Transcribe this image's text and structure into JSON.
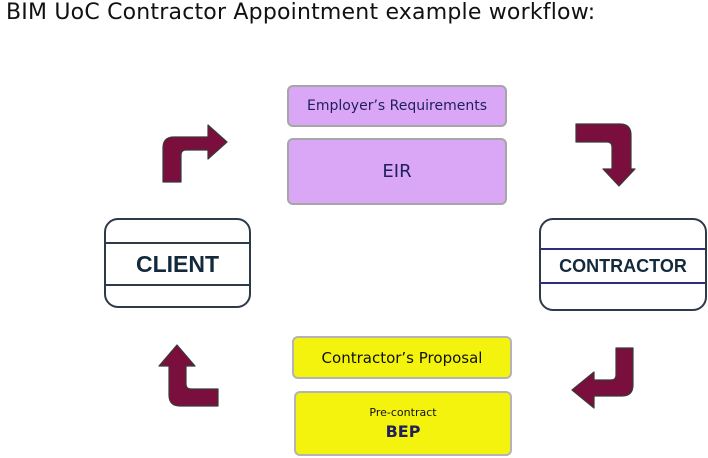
{
  "title": "BIM UoC Contractor Appointment example workflow:",
  "boxes": {
    "employer_requirements": "Employer’s Requirements",
    "eir": "EIR",
    "contractors_proposal": "Contractor’s Proposal",
    "bep_subtitle": "Pre-contract",
    "bep": "BEP"
  },
  "parties": {
    "client": "CLIENT",
    "contractor": "CONTRACTOR"
  },
  "colors": {
    "arrow_fill": "#7a0e3c",
    "arrow_stroke": "#3a3a3a",
    "purple_box": "#d9a7f5",
    "yellow_box": "#f3f30e"
  }
}
